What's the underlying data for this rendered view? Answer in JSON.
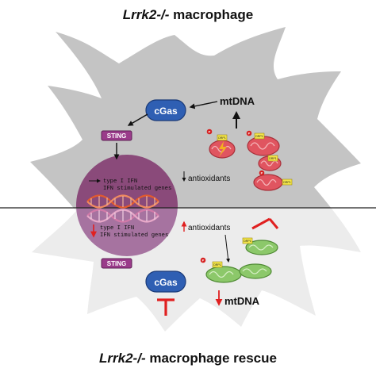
{
  "top_title": {
    "gene": "Lrrk2-/-",
    "rest": " macrophage"
  },
  "bottom_title": {
    "gene": "Lrrk2-/-",
    "rest": " macrophage rescue"
  },
  "top": {
    "cgas": "cGas",
    "sting": "STING",
    "mtdna": "mtDNA",
    "antioxidants": "antioxidants",
    "ifn_line1": "type I IFN",
    "ifn_line2": "IFN stimulated genes",
    "drp1": "DRP1",
    "p": "P"
  },
  "bottom": {
    "cgas": "cGas",
    "sting": "STING",
    "mtdna": "mtDNA",
    "antioxidants": "antioxidants",
    "ifn_line1": "type I IFN",
    "ifn_line2": "IFN stimulated genes",
    "drp1": "DRP1",
    "p": "P"
  },
  "colors": {
    "cell_top": "#c8c8c8",
    "cell_bottom": "#eeeeee",
    "nucleus": "#8a4a7a",
    "cgas": "#2f5fb3",
    "sting": "#9a3b8a",
    "mito_red": "#e05560",
    "mito_green": "#8cc86a",
    "drp1": "#f4e64a",
    "up_red": "#e02020"
  }
}
